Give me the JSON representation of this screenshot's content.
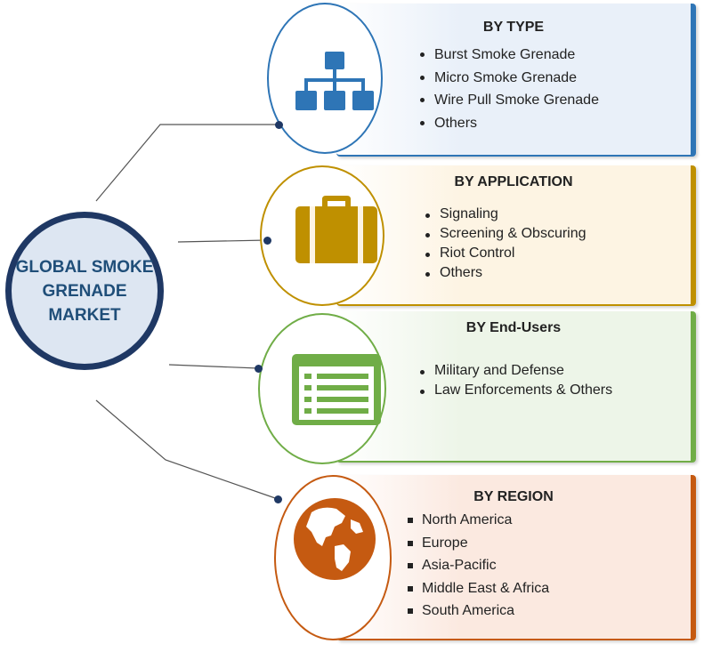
{
  "center": {
    "title": "GLOBAL SMOKE GRENADE MARKET"
  },
  "segments": [
    {
      "title": "BY TYPE",
      "items": [
        "Burst Smoke Grenade",
        "Micro Smoke Grenade",
        "Wire Pull Smoke Grenade",
        "Others"
      ],
      "icon": "hierarchy-icon",
      "accent": "#2e75b6",
      "fill": "#e9f0f9"
    },
    {
      "title": "BY APPLICATION",
      "items": [
        "Signaling",
        "Screening & Obscuring",
        "Riot Control",
        "Others"
      ],
      "icon": "briefcase-icon",
      "accent": "#bf9000",
      "fill": "#fdf4e3"
    },
    {
      "title": "BY End-Users",
      "items": [
        "Military and Defense",
        "Law Enforcements & Others"
      ],
      "icon": "list-window-icon",
      "accent": "#70ad47",
      "fill": "#edf5e8"
    },
    {
      "title": "BY REGION",
      "items": [
        "North America",
        "Europe",
        "Asia-Pacific",
        "Middle East & Africa",
        "South America"
      ],
      "icon": "globe-icon",
      "accent": "#c55a11",
      "fill": "#fbe9e0"
    }
  ]
}
